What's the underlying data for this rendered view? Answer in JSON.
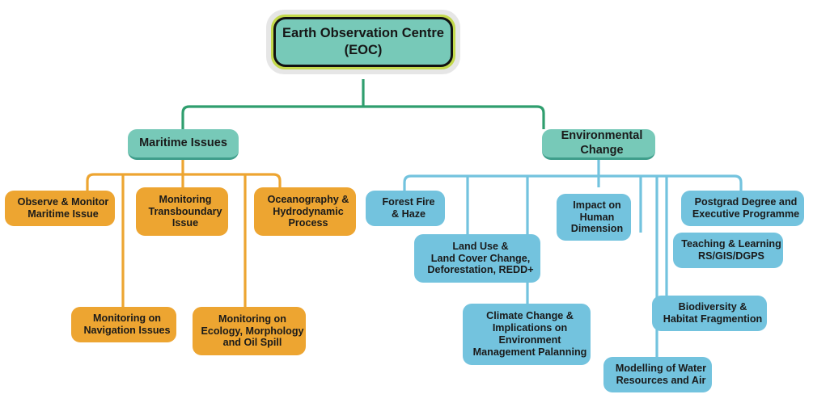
{
  "diagram": {
    "title": "Earth Observation Centre (EOC) organisational structure",
    "colors": {
      "root_fill": "#77c9b8",
      "root_ring_outer": "#e6e6e6",
      "root_ring_mid": "#c3d94c",
      "root_ring_inner": "#111111",
      "branch_teal": "#77c9b8",
      "branch_teal_edge": "#3f9e8b",
      "maritime_orange": "#eda531",
      "environment_blue": "#73c3de",
      "connector_green": "#2f9e6e",
      "connector_orange": "#eda531",
      "connector_blue": "#73c3de",
      "background": "#ffffff",
      "text": "#1a1a1a"
    },
    "root": {
      "line1": "Earth Observation",
      "line2": "Centre (EOC)"
    },
    "branches": [
      {
        "id": "maritime",
        "label": "Maritime Issues",
        "color": "#eda531",
        "children": [
          {
            "id": "observe-monitor-maritime",
            "lines": [
              "Observe & Monitor",
              "Maritime Issue"
            ]
          },
          {
            "id": "monitoring-navigation",
            "lines": [
              "Monitoring on",
              "Navigation Issues"
            ]
          },
          {
            "id": "monitoring-transboundary",
            "lines": [
              "Monitoring",
              "Transboundary",
              "Issue"
            ]
          },
          {
            "id": "monitoring-ecology",
            "lines": [
              "Monitoring on",
              "Ecology, Morphology",
              "and Oil Spill"
            ]
          },
          {
            "id": "oceanography-hydrodynamic",
            "lines": [
              "Oceanography &",
              "Hydrodynamic",
              "Process"
            ]
          }
        ]
      },
      {
        "id": "environmental",
        "label_line1": "Environmental",
        "label_line2": "Change",
        "color": "#73c3de",
        "children": [
          {
            "id": "forest-fire-haze",
            "lines": [
              "Forest Fire",
              "& Haze"
            ]
          },
          {
            "id": "land-use-cover-change",
            "lines": [
              "Land Use &",
              "Land Cover Change,",
              "Deforestation, REDD+"
            ]
          },
          {
            "id": "climate-change-implications",
            "lines": [
              "Climate Change &",
              "Implications on",
              "Environment",
              "Management Palanning"
            ]
          },
          {
            "id": "impact-human-dimension",
            "lines": [
              "Impact on",
              "Human",
              "Dimension"
            ]
          },
          {
            "id": "modelling-water-resources",
            "lines": [
              "Modelling of Water",
              "Resources and Air"
            ]
          },
          {
            "id": "biodiversity-habitat",
            "lines": [
              "Biodiversity &",
              "Habitat Fragmention"
            ]
          },
          {
            "id": "teaching-learning",
            "lines": [
              "Teaching & Learning",
              "RS/GIS/DGPS"
            ]
          },
          {
            "id": "postgrad-executive",
            "lines": [
              "Postgrad Degree and",
              "Executive Programme"
            ]
          }
        ]
      }
    ]
  }
}
